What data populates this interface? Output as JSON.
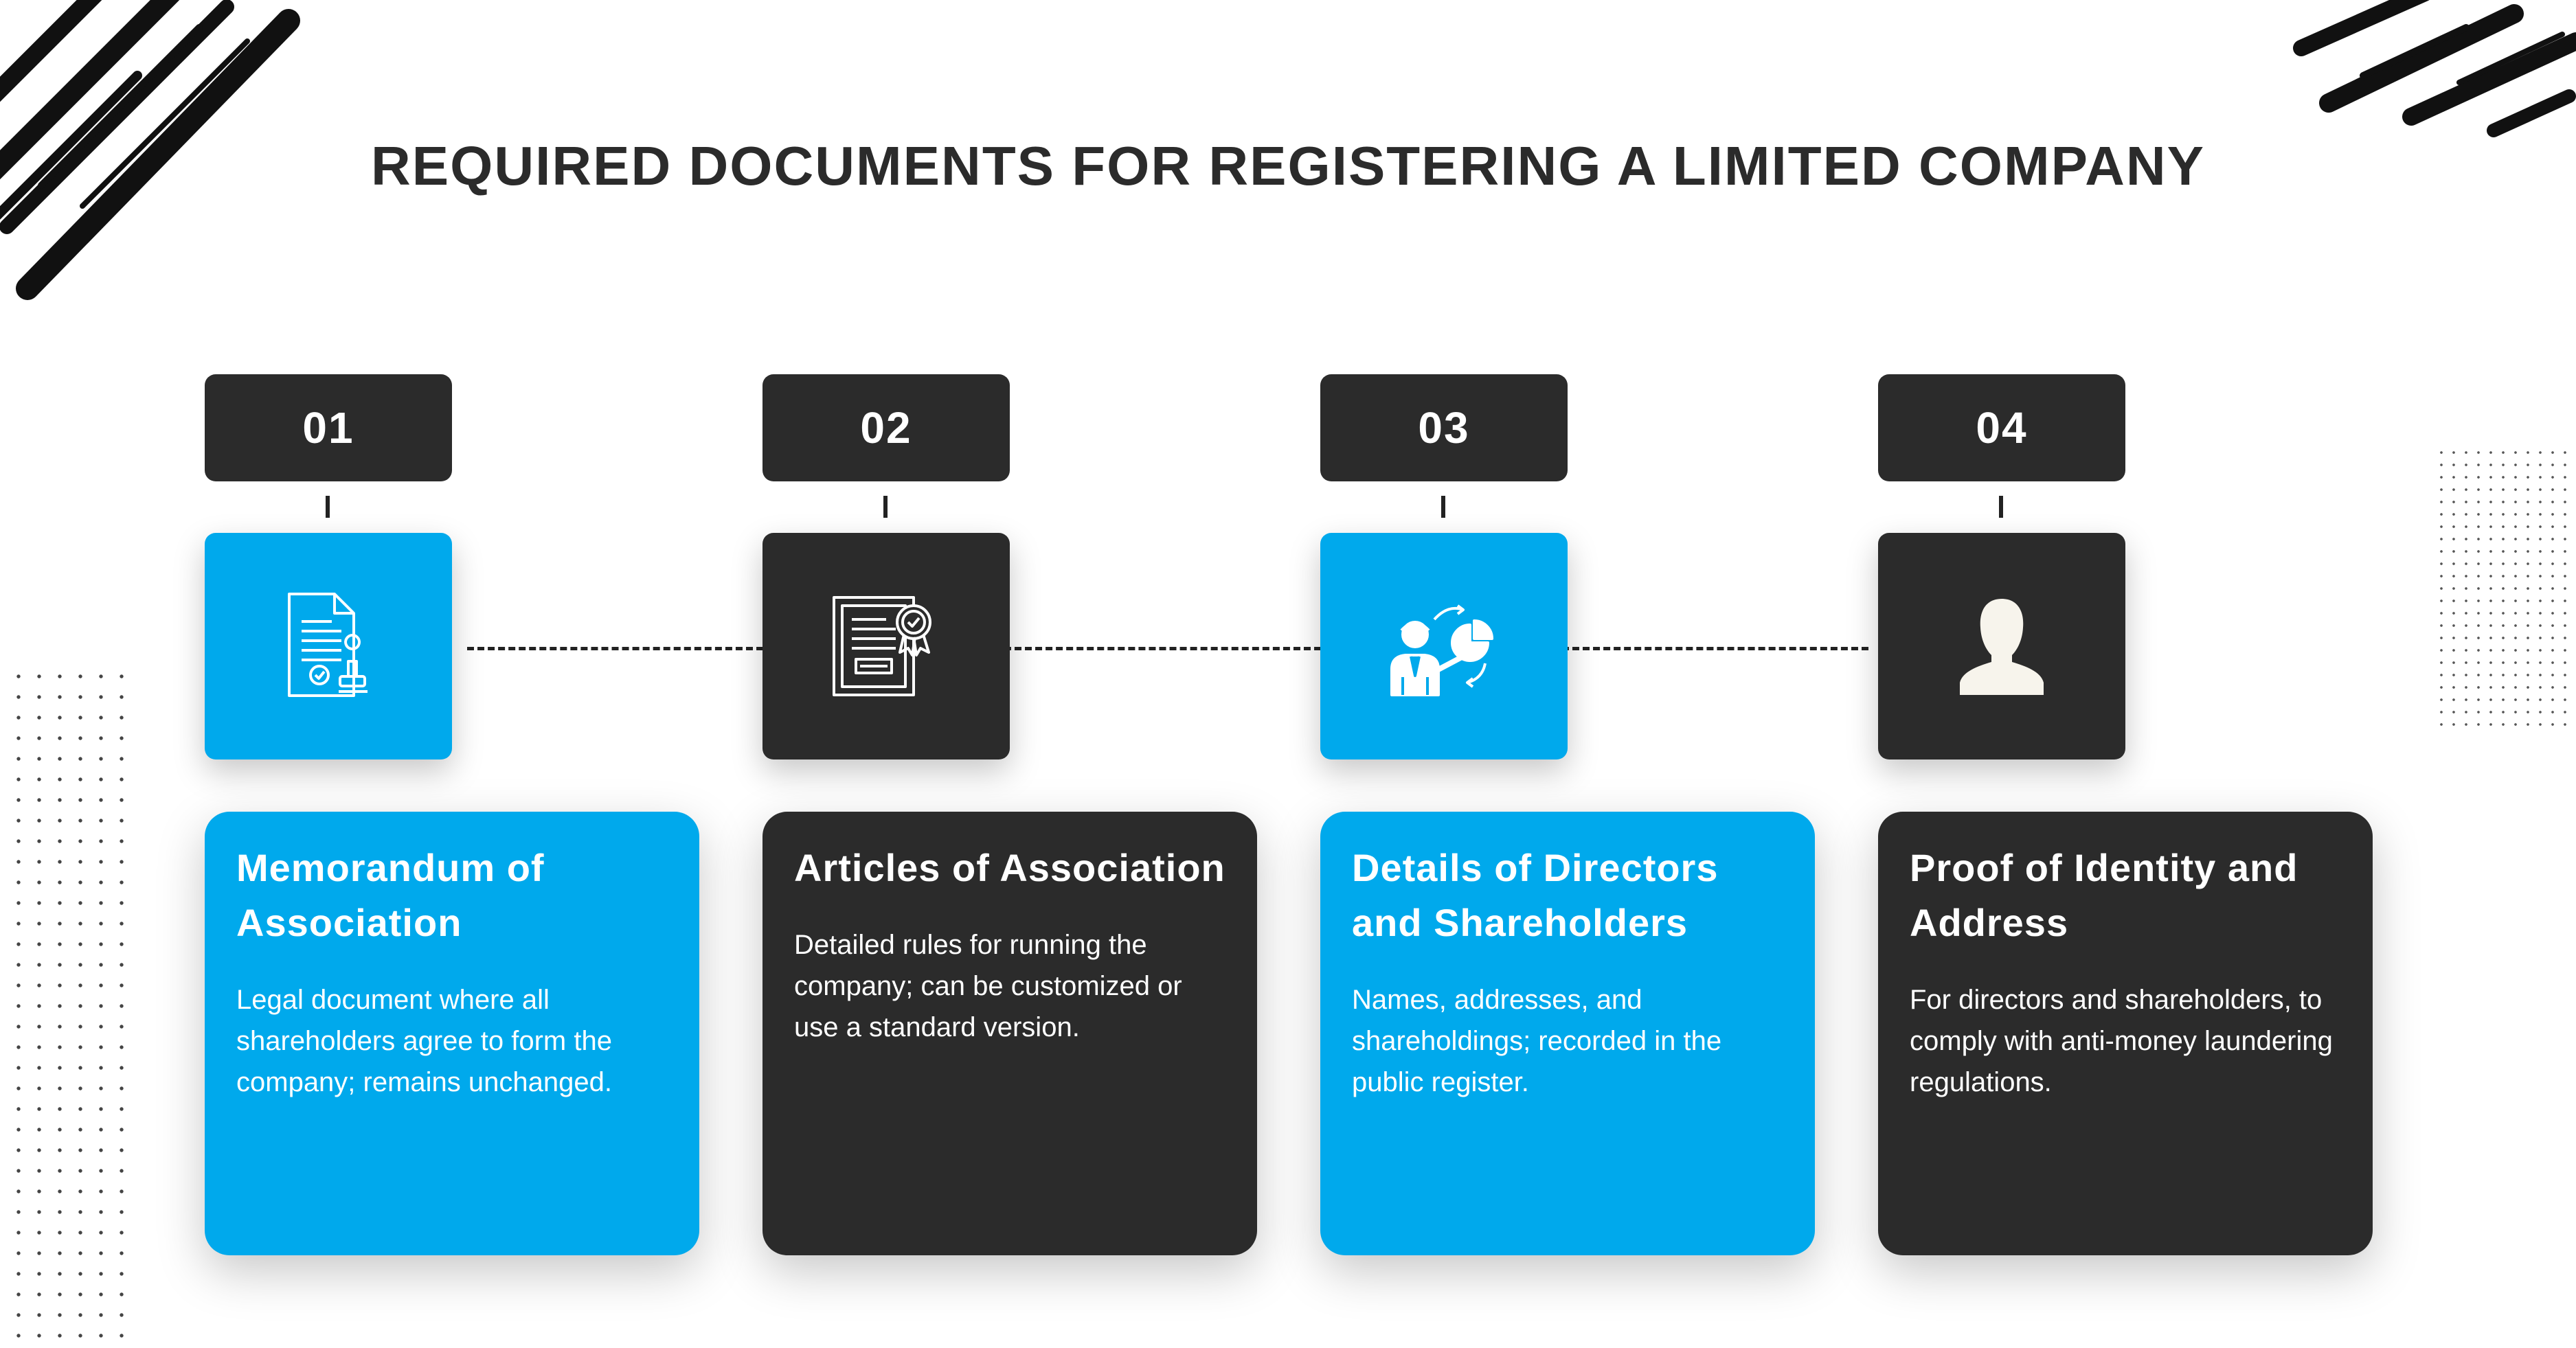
{
  "title": "REQUIRED DOCUMENTS FOR REGISTERING A LIMITED COMPANY",
  "colors": {
    "blue": "#00a9ec",
    "dark": "#2b2b2b",
    "text_dark": "#2b2b2b",
    "white": "#ffffff"
  },
  "steps": [
    {
      "number": "01",
      "icon": "document-stamp-icon",
      "theme": "blue",
      "title": "Memorandum of Association",
      "description": "Legal document where all shareholders agree to form the company; remains unchanged."
    },
    {
      "number": "02",
      "icon": "certificate-icon",
      "theme": "dark",
      "title": "Articles of Association",
      "description": "Detailed rules for running the company; can be customized or use a standard version."
    },
    {
      "number": "03",
      "icon": "businessman-chart-icon",
      "theme": "blue",
      "title": "Details of Directors and Shareholders",
      "description": "Names, addresses, and shareholdings; recorded in the public register."
    },
    {
      "number": "04",
      "icon": "person-silhouette-icon",
      "theme": "dark",
      "title": "Proof of Identity and Address",
      "description": "For directors and shareholders, to comply with anti-money laundering regulations."
    }
  ]
}
